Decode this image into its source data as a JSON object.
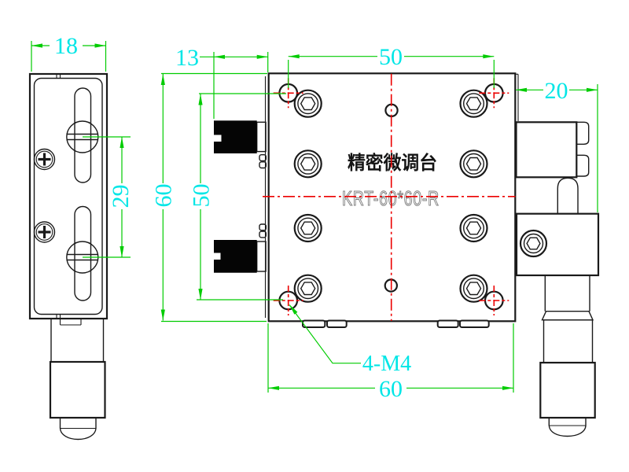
{
  "drawing": {
    "title": "精密微调台",
    "model": "KRT-60*60-R",
    "dims": {
      "side_width": "18",
      "screw_spacing": "29",
      "knob_offset": "13",
      "hole_span_h": "50",
      "hole_span_v": "50",
      "stage_height": "60",
      "stage_width": "60",
      "micrometer_protrusion": "20",
      "thread_callout": "4-M4"
    },
    "colors": {
      "outline": "#1a1a1a",
      "dimension_line": "#00cc00",
      "dimension_text": "#00e6e6",
      "centerline": "#ec0000",
      "model_text": "#7d7d7d",
      "background": "#ffffff"
    }
  }
}
